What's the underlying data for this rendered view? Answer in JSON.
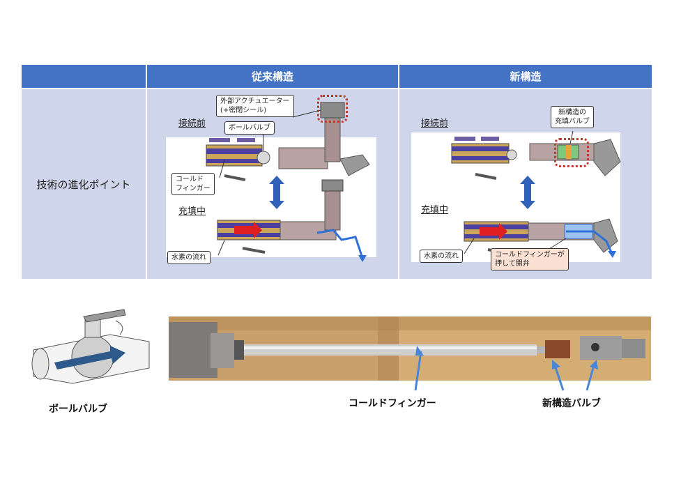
{
  "table": {
    "headers": [
      "",
      "従来構造",
      "新構造"
    ],
    "row_label": "技術の進化ポイント"
  },
  "old_structure": {
    "label_before": "接続前",
    "label_filling": "充填中",
    "callout_actuator": "外部アクチュエーター\n(+密閉シール)",
    "callout_ball_valve": "ボールバルブ",
    "callout_cold_finger": "コールド\nフィンガー",
    "callout_hydrogen": "水素の流れ"
  },
  "new_structure": {
    "label_before": "接続前",
    "label_filling": "充填中",
    "callout_valve": "新構造の\n充填バルブ",
    "callout_hydrogen": "水素の流れ",
    "callout_push": "コールドフィンガーが\n押して開弁"
  },
  "bottom": {
    "ball_valve_caption": "ボールバルブ",
    "cold_finger_caption": "コールドフィンガー",
    "new_valve_caption": "新構造バルブ"
  },
  "colors": {
    "header": "#4472c4",
    "cell": "#cfd5ea",
    "arrow_blue": "#2f6fd8",
    "flow_red": "#e02020",
    "highlight": "#c0392b"
  }
}
